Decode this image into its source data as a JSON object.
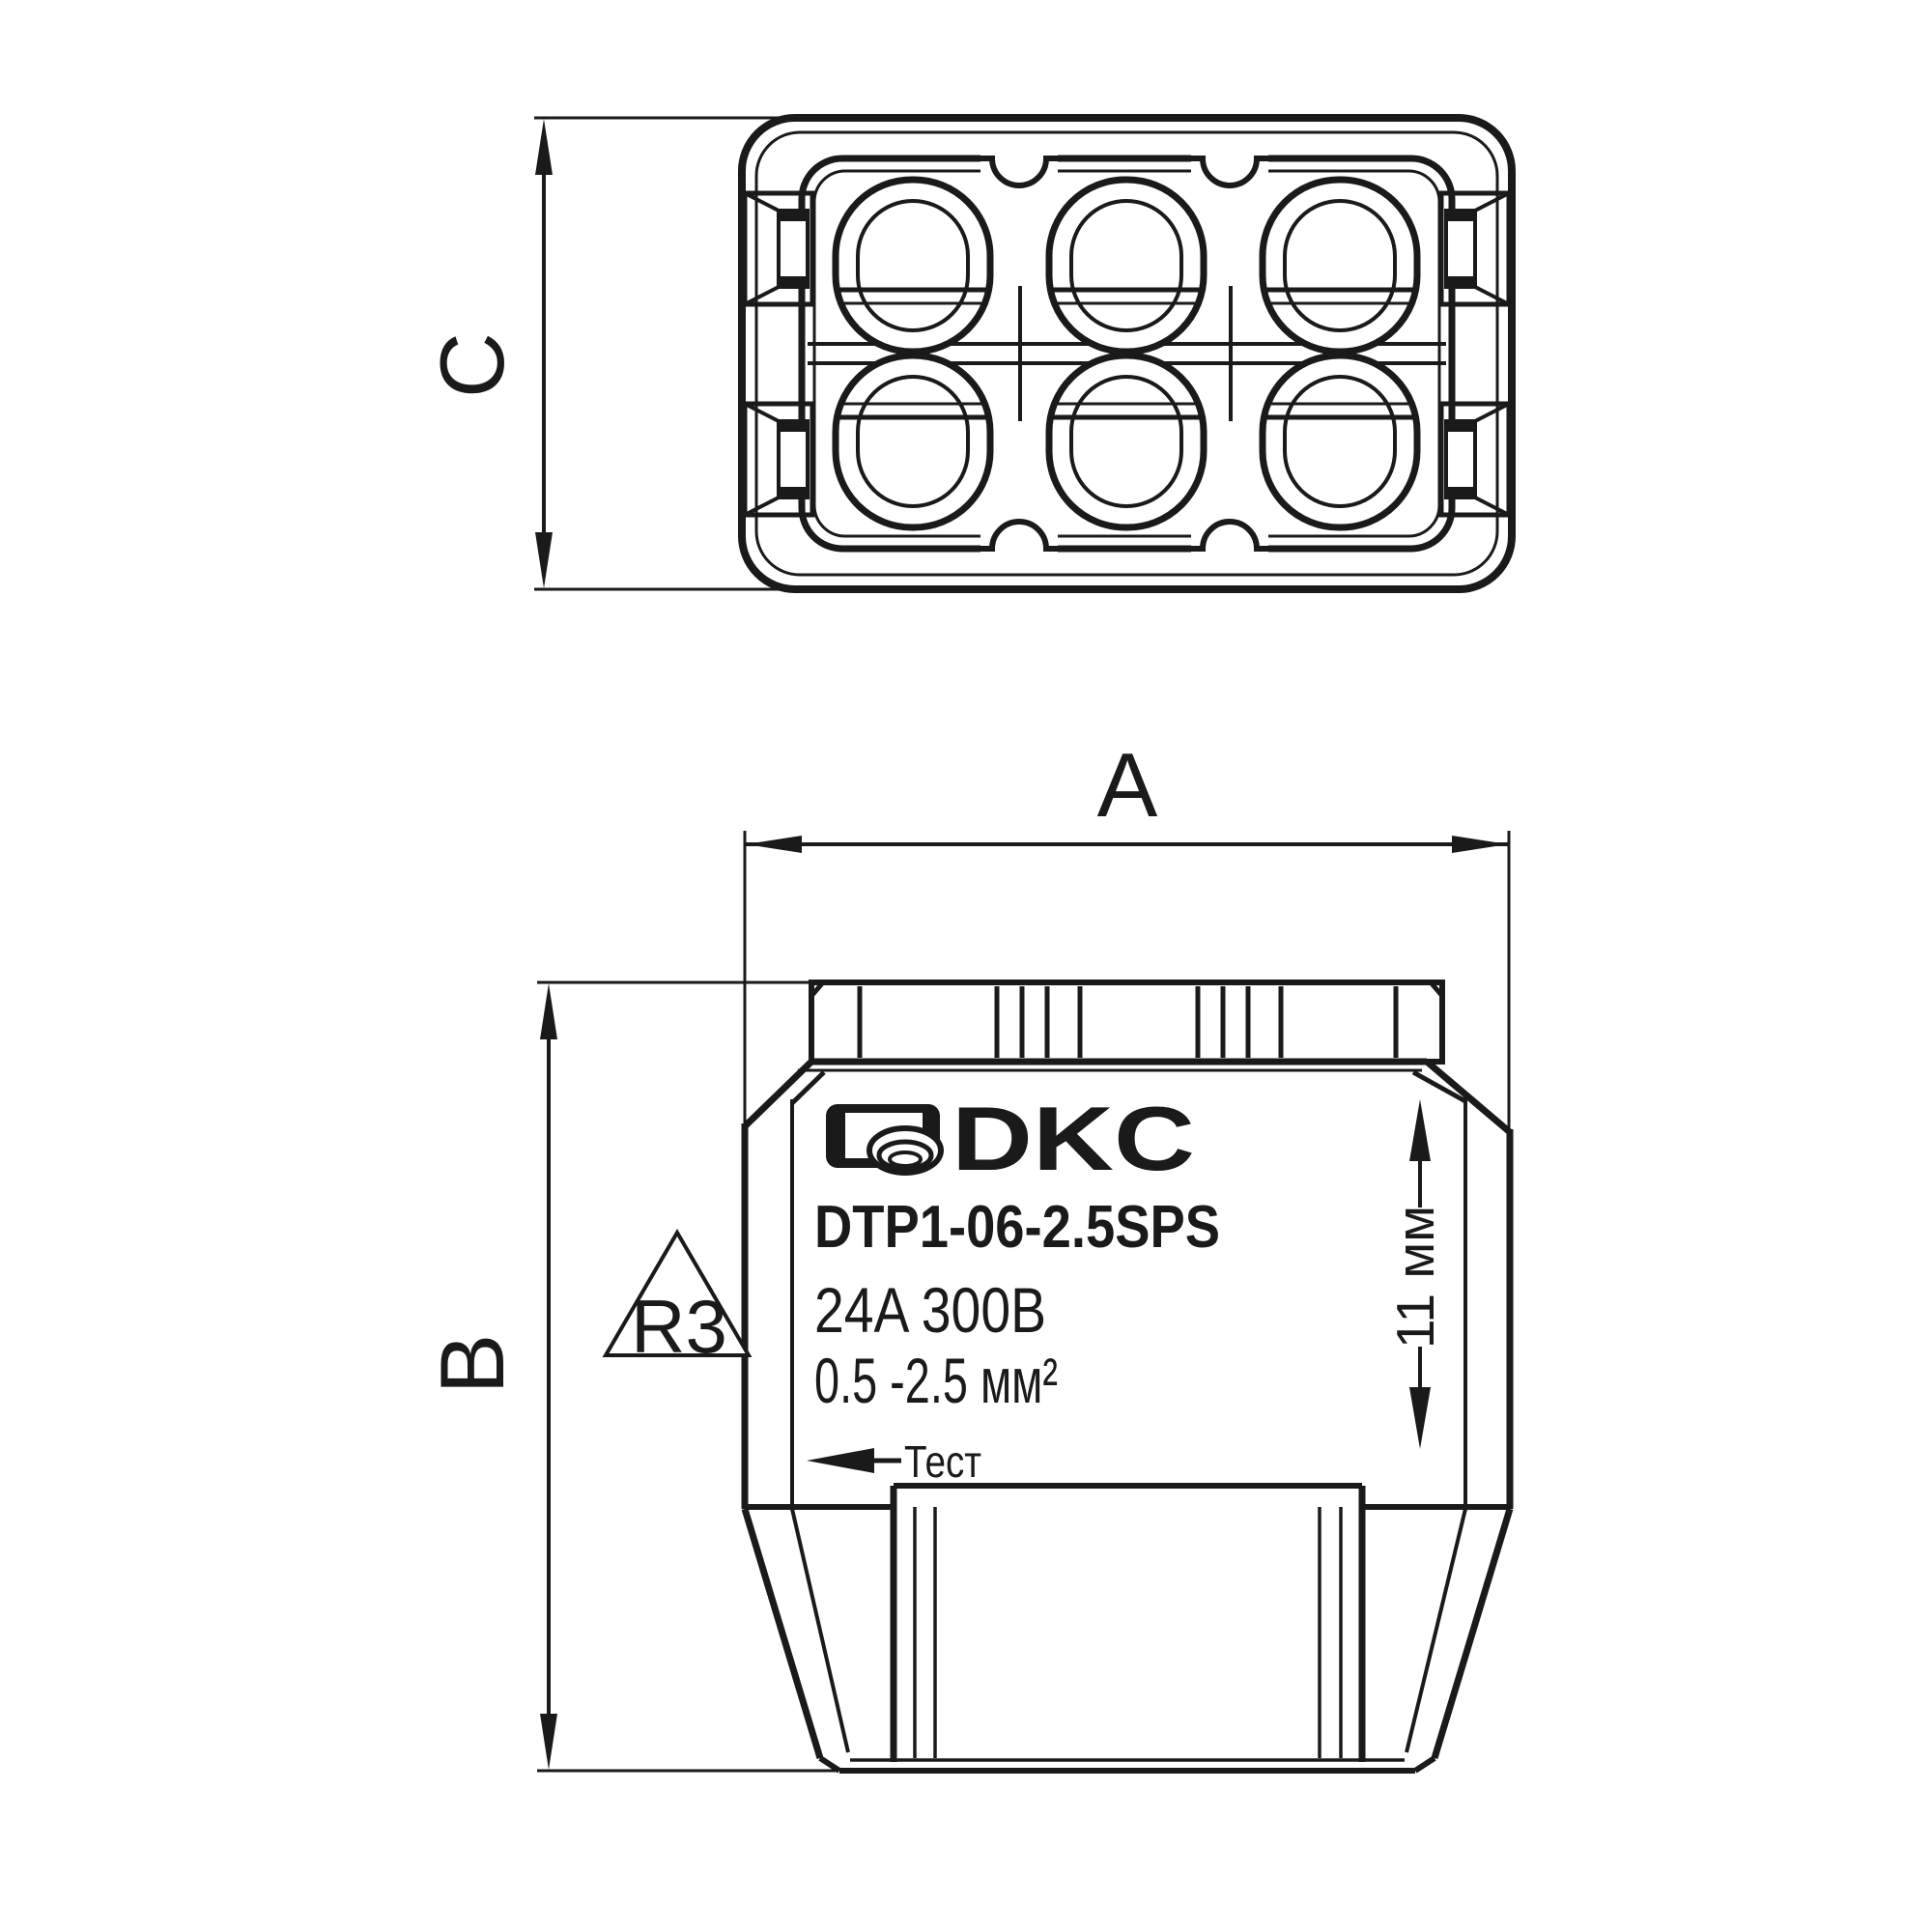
{
  "page": {
    "background": "#ffffff",
    "line_color": "#1a1a1a",
    "description": "Technical dimension drawing of a DKC push-wire terminal block, top view and front view"
  },
  "views": {
    "top_view": {
      "name": "top-view",
      "hole_columns": 3,
      "hole_rows": 2
    },
    "front_view": {
      "name": "front-view"
    }
  },
  "dimensions": {
    "width": {
      "label": "A"
    },
    "height": {
      "label": "B"
    },
    "depth": {
      "label": "C"
    },
    "strip_length": {
      "label": "11 мм"
    },
    "corner_radius": {
      "label": "R3"
    }
  },
  "product_label": {
    "brand": "DKC",
    "model": "DTP1-06-2.5SPS",
    "rating": "24A 300B",
    "wire_range": "0.5 -2.5 мм²",
    "test_marking": "Тест"
  }
}
